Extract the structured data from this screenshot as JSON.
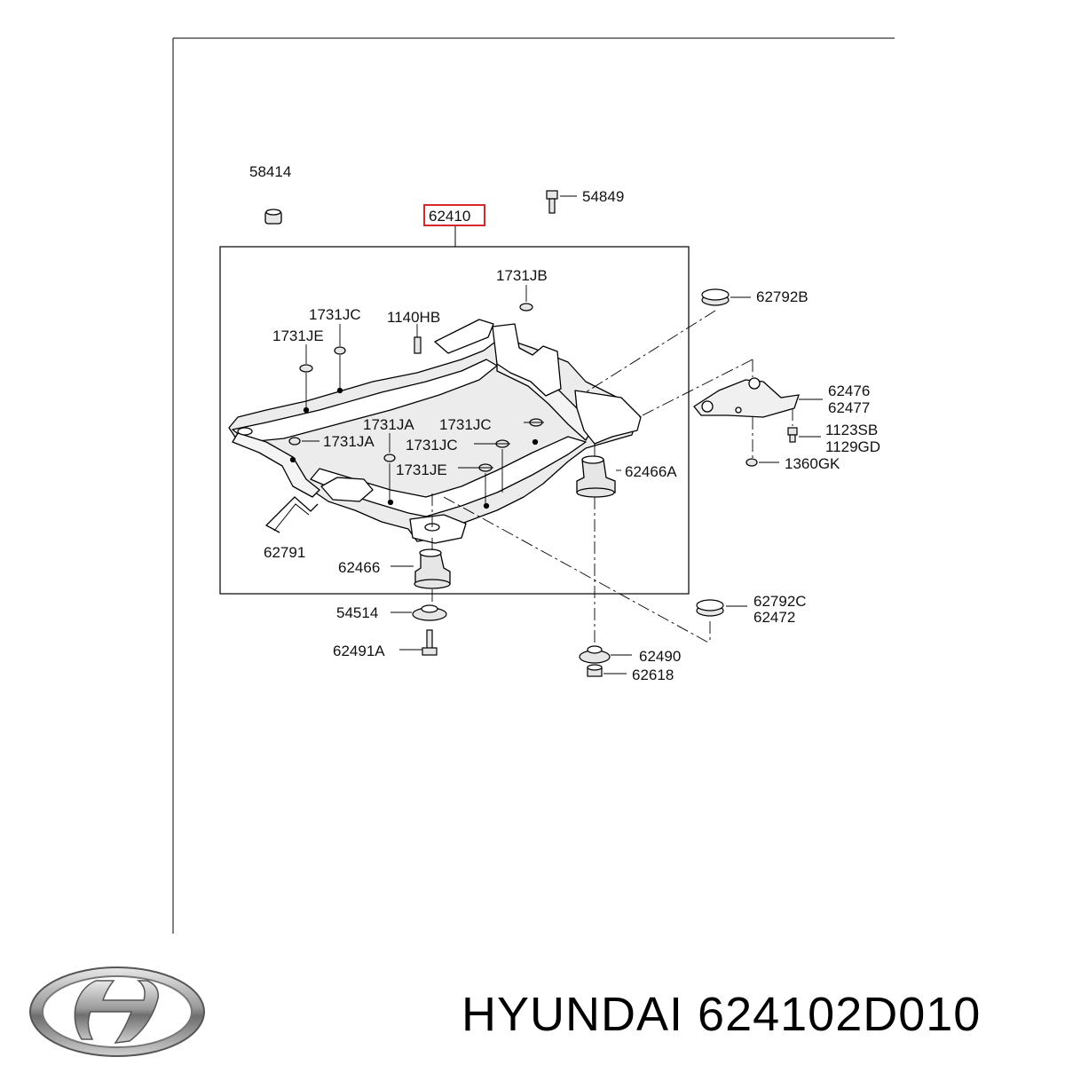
{
  "caption": {
    "brand": "HYUNDAI",
    "part_number": "624102D010"
  },
  "logo": {
    "icon": "hyundai-logo-icon"
  },
  "colors": {
    "highlight": "#d62828",
    "line": "#000000"
  },
  "callouts": {
    "c58414": "58414",
    "c54849": "54849",
    "c62410": "62410",
    "c1731JB": "1731JB",
    "c62792B": "62792B",
    "c1731JC_a": "1731JC",
    "c1140HB": "1140HB",
    "c1731JE_a": "1731JE",
    "c62476": "62476",
    "c62477": "62477",
    "c1731JA_a": "1731JA",
    "c1731JC_b": "1731JC",
    "c1123SB": "1123SB",
    "c1129GD": "1129GD",
    "c1731JA_b": "1731JA",
    "c1731JC_c": "1731JC",
    "c1360GK": "1360GK",
    "c1731JE_b": "1731JE",
    "c62466A": "62466A",
    "c62791": "62791",
    "c62466": "62466",
    "c62792C": "62792C",
    "c62472": "62472",
    "c54514": "54514",
    "c62491A": "62491A",
    "c62490": "62490",
    "c62618": "62618"
  }
}
